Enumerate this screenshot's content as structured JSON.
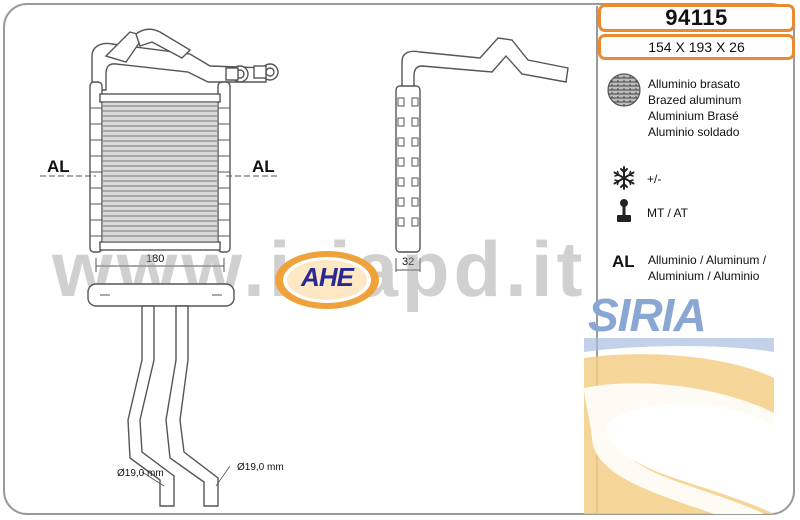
{
  "product": {
    "code": "94115",
    "dimensions": "154 X 193 X 26"
  },
  "material": {
    "lines": [
      "Alluminio brasato",
      "Brazed aluminum",
      "Aluminium Brasé",
      "Aluminio soldado"
    ]
  },
  "spec": {
    "frost_value": "+/-",
    "transmission_value": "MT / AT",
    "al_symbol": "AL",
    "al_lines": [
      "Alluminio  / Aluminum /",
      "Aluminium / Aluminio"
    ]
  },
  "drawing": {
    "al_left": "AL",
    "al_right": "AL",
    "width_label": "180",
    "depth_label": "32",
    "pipe_diameter_left": "Ø19,0 mm",
    "pipe_diameter_right": "Ø19,0 mm"
  },
  "branding": {
    "watermark": "www.iriapd.it",
    "ahe_logo": "AHE",
    "siria_logo": "SIRIA"
  },
  "colors": {
    "accent": "#e98a2e",
    "border": "#9a9a9a",
    "siria_blue": "#8aa7d3",
    "siria_yellow": "#f3cf86",
    "ahe_blue": "#2a2a8e",
    "ahe_orange": "#f0a23a"
  }
}
